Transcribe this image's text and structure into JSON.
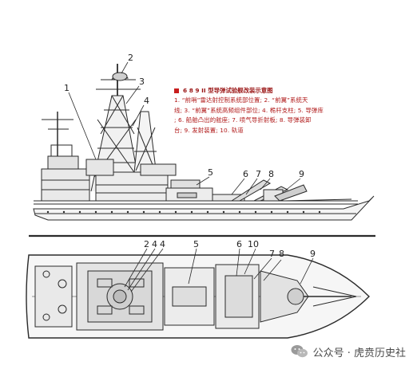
{
  "callouts_side": [
    "1",
    "2",
    "3",
    "4",
    "5",
    "6",
    "7",
    "8",
    "9"
  ],
  "callouts_top": [
    "2",
    "4",
    "4",
    "5",
    "6",
    "10",
    "7",
    "8",
    "9"
  ],
  "legend": {
    "title": "6 8 9 II 型导弹试验舰改装示意图",
    "lines": [
      "1. “前哨”雷达射控制系统部位置; 2. “前翼”系统天",
      "线; 3. “前翼”系统高频组件部位; 4. 桅杆支柱; 5. 导弹库",
      "; 6. 船舶凸出的舷座; 7. 喷气导折射板; 8. 导弹装卸",
      "台; 9. 发射装置; 10. 轨道"
    ]
  },
  "watermark": {
    "text": "公众号 · 虎贲历史社",
    "icon": "wechat-icon"
  },
  "colors": {
    "ink": "#2a2a2a",
    "legend": "#b01818",
    "marker": "#c81e1e"
  }
}
